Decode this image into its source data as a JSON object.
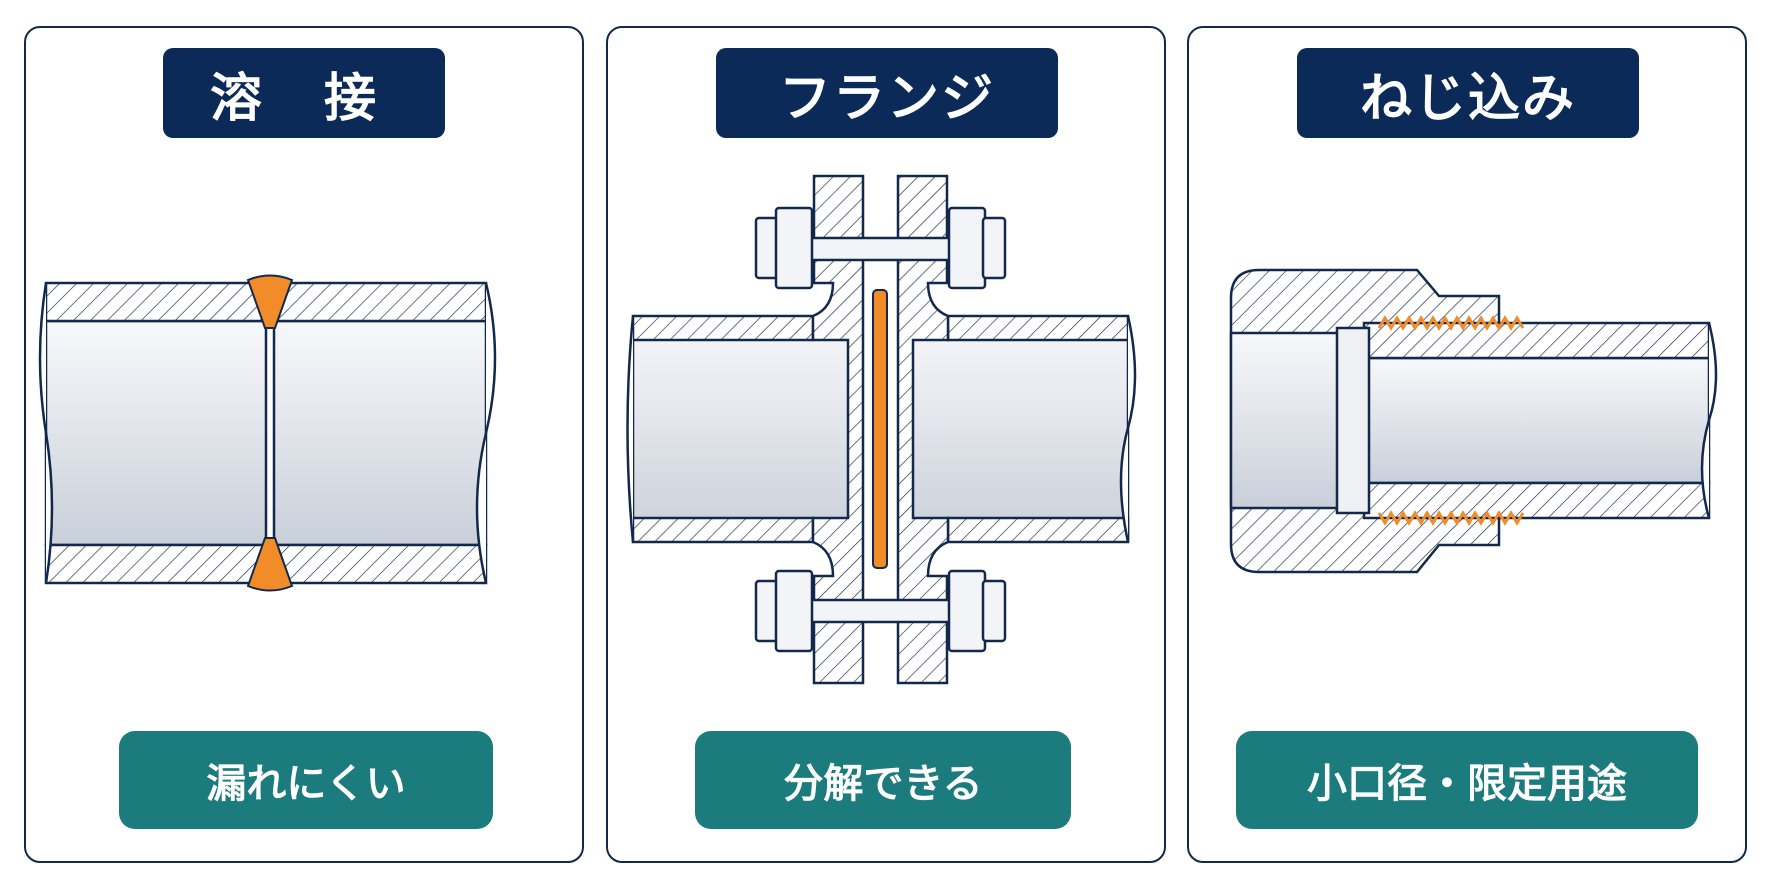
{
  "panels": [
    {
      "title": "溶 接",
      "feature": "漏れにくい",
      "icon": "welded-joint"
    },
    {
      "title": "フランジ",
      "feature": "分解できる",
      "icon": "flanged-joint"
    },
    {
      "title": "ねじ込み",
      "feature": "小口径・限定用途",
      "icon": "threaded-joint"
    }
  ],
  "colors": {
    "navy": "#0b2a57",
    "teal": "#1b7b7d",
    "outline": "#13294b",
    "accent_orange": "#f28c28",
    "pipe_fill": "#e8ebf0"
  }
}
